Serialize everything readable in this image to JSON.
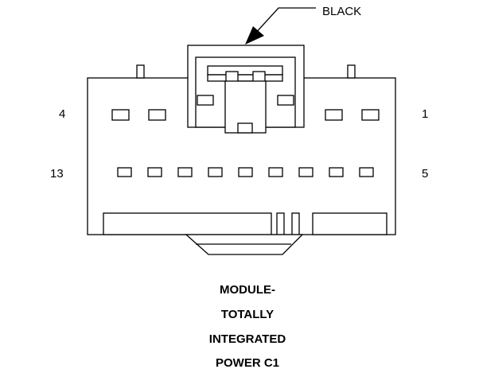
{
  "connector": {
    "color_callout": "BLACK",
    "pin_labels": {
      "top_left": "4",
      "top_right": "1",
      "bottom_left": "13",
      "bottom_right": "5"
    },
    "title_lines": [
      "MODULE-",
      "TOTALLY",
      "INTEGRATED",
      "POWER C1"
    ]
  }
}
